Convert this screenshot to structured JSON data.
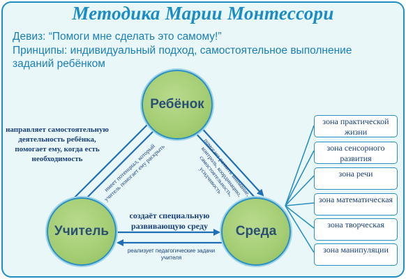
{
  "title": "Методика Марии Монтессори",
  "motto": "Девиз:  “Помоги мне сделать это самому!”",
  "principles": "Принципы: индивидуальный подход, самостоятельное выполнение заданий ребёнком",
  "nodes": {
    "child": "Ребёнок",
    "teacher": "Учитель",
    "environment": "Среда"
  },
  "edges": {
    "teacher_to_child_outer": "направляет самостоятельную деятельность  ребёнка, помогает ему, когда есть необходимость",
    "child_to_teacher_inner": "имеет потенциал, который учитель помогает ему раскрыть",
    "env_to_child_inner": "помогает развить внимание, контроль, координацию, самостоятельность, усидчивость",
    "teacher_to_env": "создаёт специальную развивающую среду",
    "env_to_teacher": "реализует педагогические задачи учителя"
  },
  "zones": [
    "зона практической жизни",
    "зона сенсорного развития",
    "зона речи",
    "зона математическая",
    "зона творческая",
    "зона манипуляции"
  ],
  "colors": {
    "title": "#1a8cc6",
    "accent_blue": "#1f8fbf",
    "circle_green": "#a4cd73",
    "label_text": "#1a3f7a",
    "background": "#e9f7f8"
  }
}
